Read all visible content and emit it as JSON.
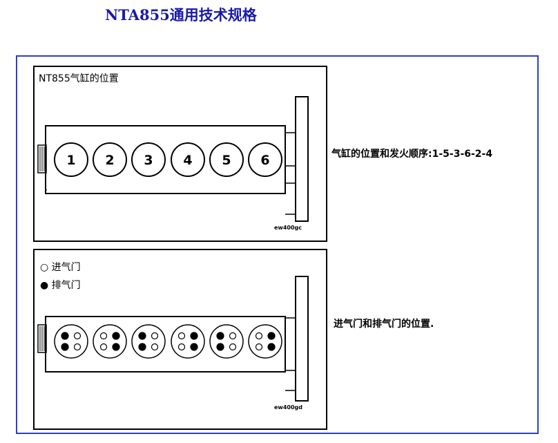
{
  "header": {
    "title": "NTA855通用技术规格"
  },
  "top_panel": {
    "title": "NT855气缸的位置",
    "cylinders": [
      "1",
      "2",
      "3",
      "4",
      "5",
      "6"
    ],
    "code": "ew400gc",
    "caption": "气缸的位置和发火顺序:1-5-3-6-2-4"
  },
  "bottom_panel": {
    "legend": [
      {
        "symbol": "○",
        "label": "进气门"
      },
      {
        "symbol": "●",
        "label": "排气门"
      }
    ],
    "code": "ew400gd",
    "caption": "进气门和排气门的位置."
  },
  "colors": {
    "title": "#1a1aa8",
    "frame": "#2b40c8"
  }
}
